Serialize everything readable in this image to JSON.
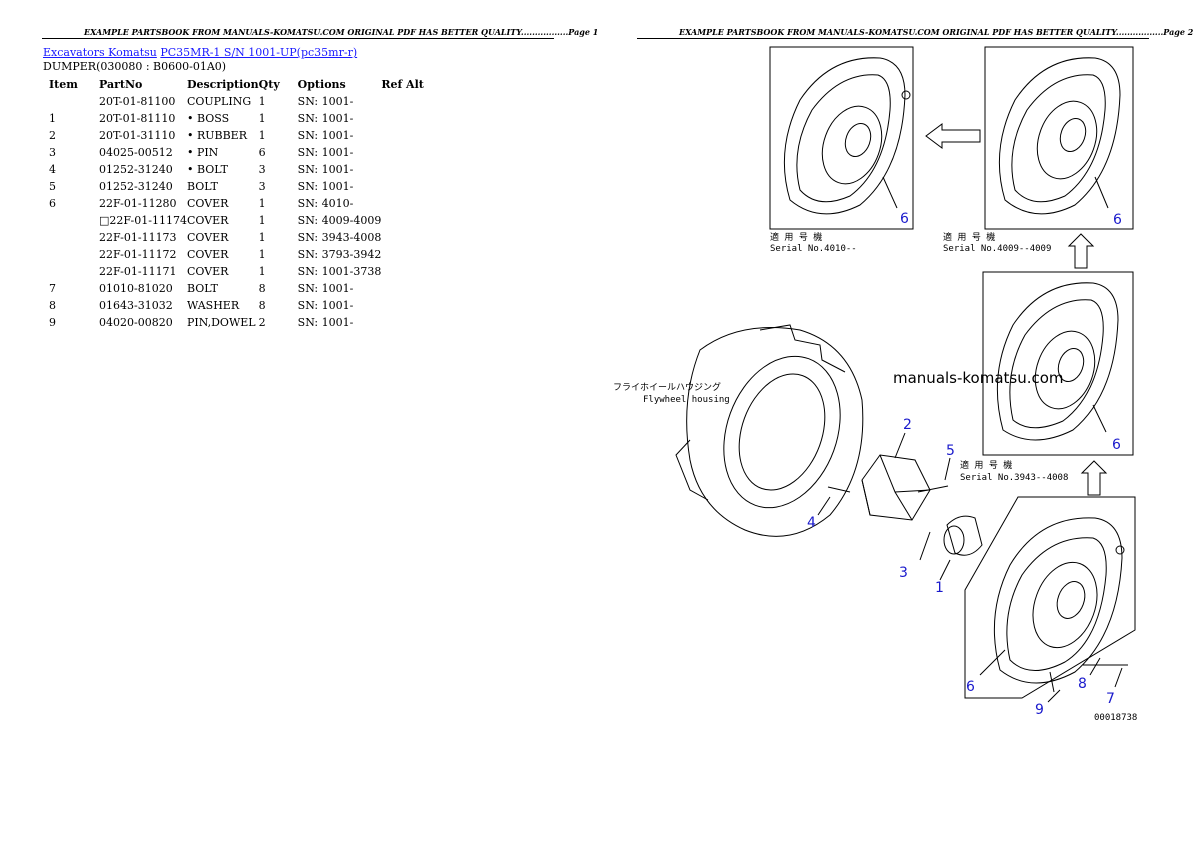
{
  "header": {
    "left": "EXAMPLE PARTSBOOK FROM MANUALS-KOMATSU.COM ORIGINAL PDF HAS BETTER QUALITY.................Page 1",
    "right": "EXAMPLE PARTSBOOK FROM MANUALS-KOMATSU.COM ORIGINAL PDF HAS BETTER QUALITY.................Page 2"
  },
  "breadcrumb": {
    "link1": "Excavators Komatsu",
    "link2": "PC35MR-1 S/N 1001-UP(pc35mr-r)"
  },
  "section_title": "DUMPER(030080 : B0600-01A0)",
  "table": {
    "headers": [
      "Item",
      "PartNo",
      "Description",
      "Qty",
      "Options",
      "Ref Alt"
    ],
    "rows": [
      [
        "",
        "20T-01-81100",
        "COUPLING",
        "1",
        "SN: 1001-",
        ""
      ],
      [
        "1",
        "20T-01-81110",
        "• BOSS",
        "1",
        "SN: 1001-",
        ""
      ],
      [
        "2",
        "20T-01-31110",
        "• RUBBER",
        "1",
        "SN: 1001-",
        ""
      ],
      [
        "3",
        "04025-00512",
        "• PIN",
        "6",
        "SN: 1001-",
        ""
      ],
      [
        "4",
        "01252-31240",
        "• BOLT",
        "3",
        "SN: 1001-",
        ""
      ],
      [
        "5",
        "01252-31240",
        "BOLT",
        "3",
        "SN: 1001-",
        ""
      ],
      [
        "6",
        "22F-01-11280",
        "COVER",
        "1",
        "SN: 4010-",
        ""
      ],
      [
        "",
        "□22F-01-11174",
        "COVER",
        "1",
        "SN: 4009-4009",
        ""
      ],
      [
        "",
        "22F-01-11173",
        "COVER",
        "1",
        "SN: 3943-4008",
        ""
      ],
      [
        "",
        "22F-01-11172",
        "COVER",
        "1",
        "SN: 3793-3942",
        ""
      ],
      [
        "",
        "22F-01-11171",
        "COVER",
        "1",
        "SN: 1001-3738",
        ""
      ],
      [
        "7",
        "01010-81020",
        "BOLT",
        "8",
        "SN: 1001-",
        ""
      ],
      [
        "8",
        "01643-31032",
        "WASHER",
        "8",
        "SN: 1001-",
        ""
      ],
      [
        "9",
        "04020-00820",
        "PIN,DOWEL",
        "2",
        "SN: 1001-",
        ""
      ]
    ]
  },
  "diagram": {
    "callouts": {
      "c1": "1",
      "c2": "2",
      "c3": "3",
      "c4": "4",
      "c5": "5",
      "c6a": "6",
      "c6b": "6",
      "c6c": "6",
      "c6d": "6",
      "c7": "7",
      "c8": "8",
      "c9": "9"
    },
    "labels": {
      "jp1": "適 用 号 機",
      "serial1": "Serial No.4010--",
      "jp2": "適 用 号 機",
      "serial2": "Serial No.4009--4009",
      "jp3": "適 用 号 機",
      "serial3": "Serial No.3943--4008",
      "flywheel_jp": "フライホイールハウジング",
      "flywheel_en": "Flywheel housing",
      "figure_no": "00018738"
    },
    "callout_color": "#1a1acc"
  },
  "watermark": "manuals-komatsu.com"
}
